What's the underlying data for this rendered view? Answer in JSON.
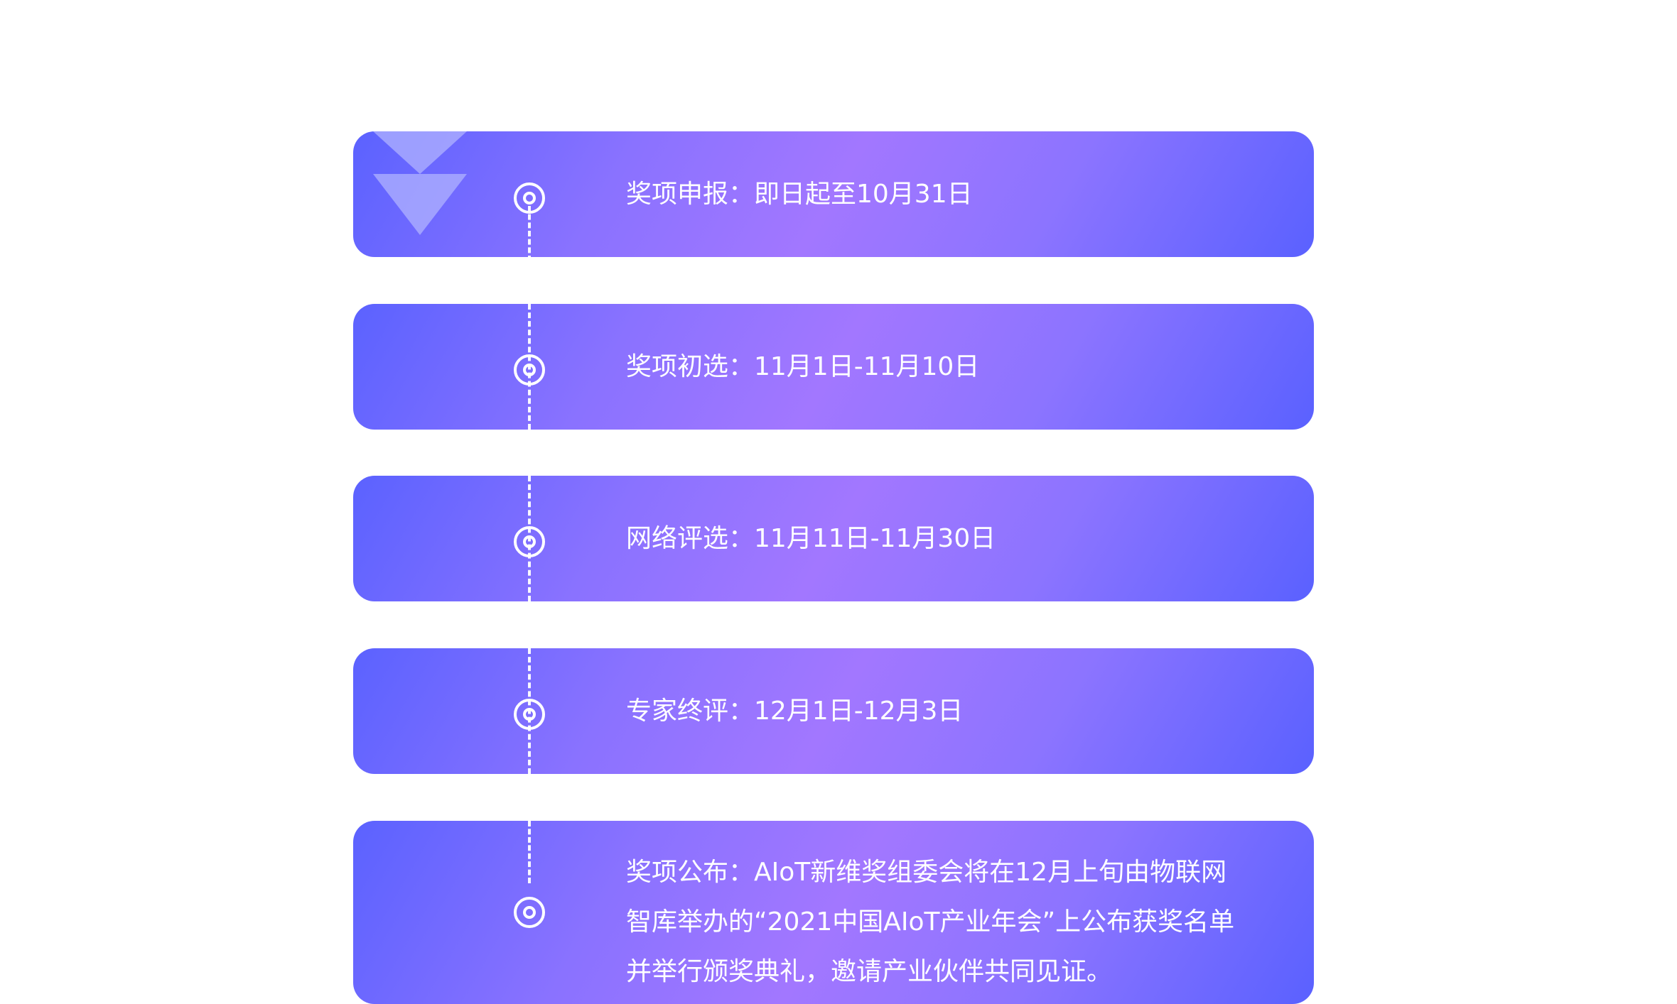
{
  "steps": [
    {
      "text": "奖项申报：即日起至10月31日"
    },
    {
      "text": "奖项初选：11月1日-11月10日"
    },
    {
      "text": "网络评选：11月11日-11月30日"
    },
    {
      "text": "专家终评：12月1日-12月3日"
    },
    {
      "text": "奖项公布：AIoT新维奖组委会将在12月上旬由物联网智库举办的“2021中国AIoT产业年会”上公布获奖名单并举行颁奖典礼，邀请产业伙伴共同见证。"
    }
  ],
  "icons": {
    "arrow": "down-arrow-icon",
    "node": "target-circle-icon"
  },
  "colors": {
    "gradient_start": "#5b62ff",
    "gradient_mid": "#a277ff",
    "gradient_end": "#5a61ff",
    "text": "#ffffff"
  }
}
